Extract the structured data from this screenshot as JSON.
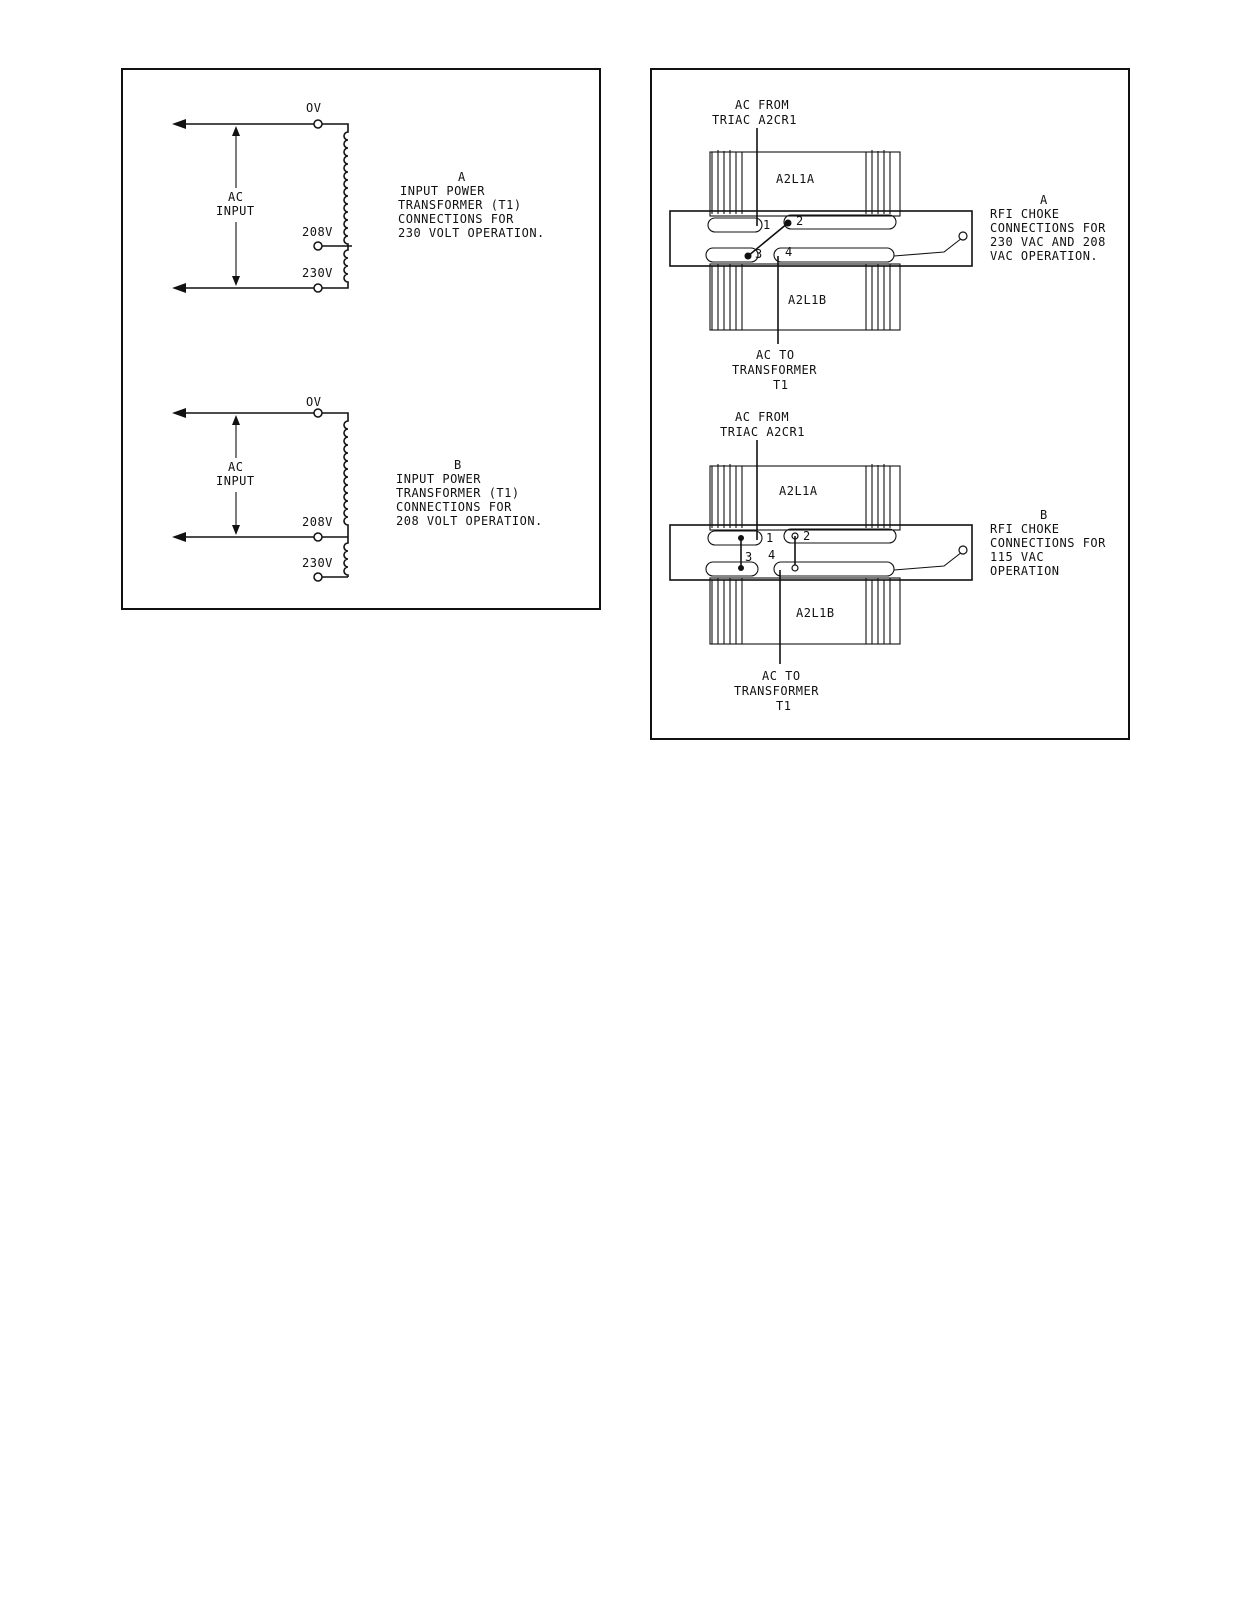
{
  "transformer_a": {
    "tap_0v": "OV",
    "tap_208v": "208V",
    "tap_230v": "230V",
    "ac_input_line1": "AC",
    "ac_input_line2": "INPUT",
    "caption_letter": "A",
    "caption_line1": "INPUT POWER",
    "caption_line2": "TRANSFORMER (T1)",
    "caption_line3": "CONNECTIONS FOR",
    "caption_line4": "230 VOLT OPERATION."
  },
  "transformer_b": {
    "tap_0v": "OV",
    "tap_208v": "208V",
    "tap_230v": "230V",
    "ac_input_line1": "AC",
    "ac_input_line2": "INPUT",
    "caption_letter": "B",
    "caption_line1": "INPUT POWER",
    "caption_line2": "TRANSFORMER (T1)",
    "caption_line3": "CONNECTIONS FOR",
    "caption_line4": "208 VOLT OPERATION."
  },
  "choke_a": {
    "from_line1": "AC FROM",
    "from_line2": "TRIAC A2CR1",
    "coil_top": "A2L1A",
    "coil_bottom": "A2L1B",
    "term1": "1",
    "term2": "2",
    "term3": "3",
    "term4": "4",
    "to_line1": "AC TO",
    "to_line2": "TRANSFORMER",
    "to_line3": "T1",
    "caption_letter": "A",
    "caption_line1": "RFI CHOKE",
    "caption_line2": "CONNECTIONS FOR",
    "caption_line3": "230 VAC AND 208",
    "caption_line4": "VAC OPERATION."
  },
  "choke_b": {
    "from_line1": "AC FROM",
    "from_line2": "TRIAC A2CR1",
    "coil_top": "A2L1A",
    "coil_bottom": "A2L1B",
    "term1": "1",
    "term2": "2",
    "term3": "3",
    "term4": "4",
    "to_line1": "AC TO",
    "to_line2": "TRANSFORMER",
    "to_line3": "T1",
    "caption_letter": "B",
    "caption_line1": "RFI CHOKE",
    "caption_line2": "CONNECTIONS FOR",
    "caption_line3": "115 VAC",
    "caption_line4": "OPERATION"
  }
}
